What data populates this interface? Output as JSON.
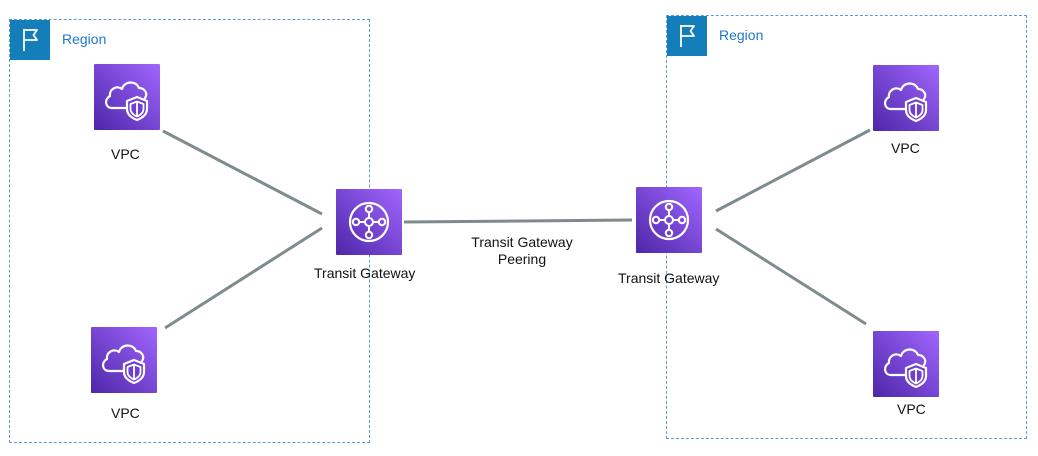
{
  "regions": [
    {
      "label": "Region"
    },
    {
      "label": "Region"
    }
  ],
  "nodes": {
    "vpc_left_top": {
      "label": "VPC",
      "icon": "vpc-icon"
    },
    "vpc_left_bottom": {
      "label": "VPC",
      "icon": "vpc-icon"
    },
    "tgw_left": {
      "label": "Transit Gateway",
      "icon": "transit-gateway-icon"
    },
    "tgw_right": {
      "label": "Transit Gateway",
      "icon": "transit-gateway-icon"
    },
    "vpc_right_top": {
      "label": "VPC",
      "icon": "vpc-icon"
    },
    "vpc_right_bottom": {
      "label": "VPC",
      "icon": "vpc-icon"
    }
  },
  "peering": {
    "line1": "Transit Gateway",
    "line2": "Peering"
  },
  "colors": {
    "region_border": "#5b9bd5",
    "region_flag": "#147eba",
    "region_text": "#1f77c9",
    "icon_gradient_start": "#4d27a8",
    "icon_gradient_end": "#a166ff",
    "connector": "#7f8c8d"
  }
}
